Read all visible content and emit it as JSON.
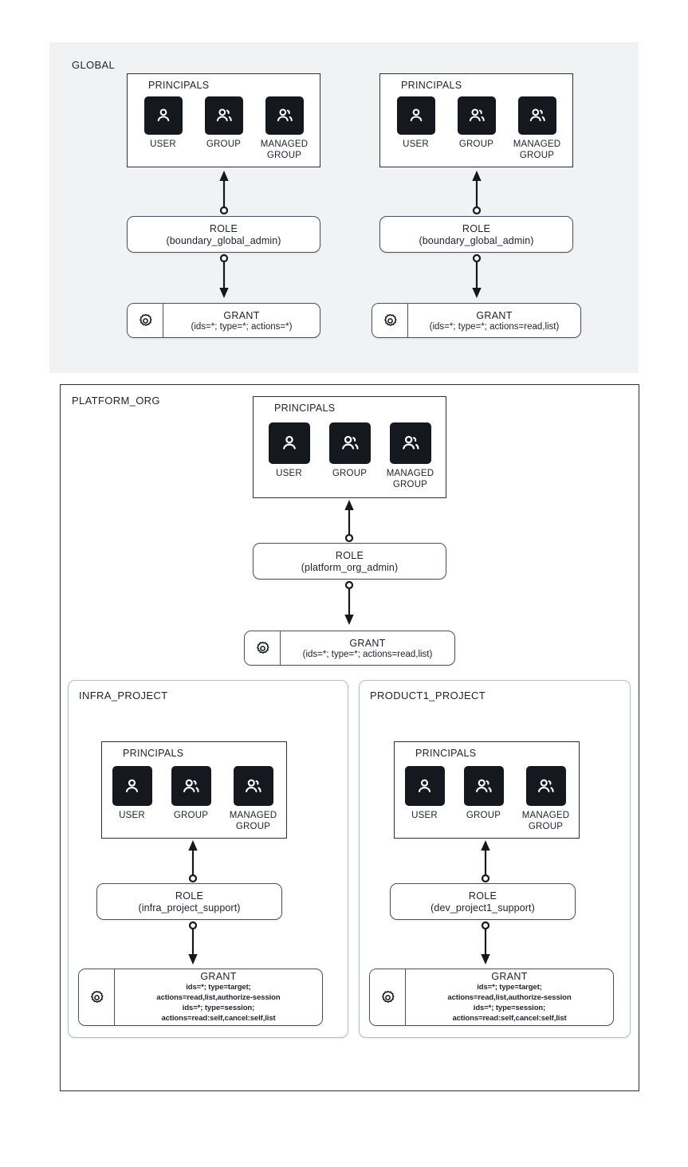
{
  "diagram": {
    "title_visible": false,
    "principal_types": [
      {
        "label": "USER",
        "icon": "user-icon"
      },
      {
        "label": "GROUP",
        "icon": "group-icon"
      },
      {
        "label": "MANAGED GROUP",
        "icon": "managed-group-icon"
      }
    ],
    "principals_label": "PRINCIPALS",
    "role_title": "ROLE",
    "grant_title": "GRANT",
    "grant_icon": "gear-icon",
    "connector_icon": "circle-to-arrow-connector"
  },
  "colors": {
    "global_panel_bg": "#f1f2f4",
    "scope_border": "#2b3038",
    "box_border": "#4a5160",
    "project_border": "#b8bdc6",
    "tile_bg": "#15181e",
    "text": "#1e222a",
    "page_bg": "#ffffff"
  },
  "scopes": [
    {
      "id": "global",
      "name": "GLOBAL",
      "columns": [
        {
          "id": "global-admin-full",
          "principals": {
            "label": "PRINCIPALS"
          },
          "role": {
            "title": "ROLE",
            "name": "(boundary_global_admin)"
          },
          "grant": {
            "title": "GRANT",
            "detail": "(ids=*; type=*; actions=*)"
          }
        },
        {
          "id": "global-admin-readlist",
          "principals": {
            "label": "PRINCIPALS"
          },
          "role": {
            "title": "ROLE",
            "name": "(boundary_global_admin)"
          },
          "grant": {
            "title": "GRANT",
            "detail": "(ids=*; type=*; actions=read,list)"
          }
        }
      ]
    },
    {
      "id": "platform_org",
      "name": "PLATFORM_ORG",
      "columns": [
        {
          "id": "platform-org-admin",
          "principals": {
            "label": "PRINCIPALS"
          },
          "role": {
            "title": "ROLE",
            "name": "(platform_org_admin)"
          },
          "grant": {
            "title": "GRANT",
            "detail": "(ids=*; type=*; actions=read,list)"
          }
        }
      ],
      "projects": [
        {
          "id": "infra_project",
          "name": "INFRA_PROJECT",
          "principals": {
            "label": "PRINCIPALS"
          },
          "role": {
            "title": "ROLE",
            "name": "(infra_project_support)"
          },
          "grant": {
            "title": "GRANT",
            "lines": [
              "ids=*; type=target;",
              "actions=read,list,authorize-session",
              "ids=*; type=session;",
              "actions=read:self,cancel:self,list"
            ]
          }
        },
        {
          "id": "product1_project",
          "name": "PRODUCT1_PROJECT",
          "principals": {
            "label": "PRINCIPALS"
          },
          "role": {
            "title": "ROLE",
            "name": "(dev_project1_support)"
          },
          "grant": {
            "title": "GRANT",
            "lines": [
              "ids=*; type=target;",
              "actions=read,list,authorize-session",
              "ids=*; type=session;",
              "actions=read:self,cancel:self,list"
            ]
          }
        }
      ]
    }
  ]
}
